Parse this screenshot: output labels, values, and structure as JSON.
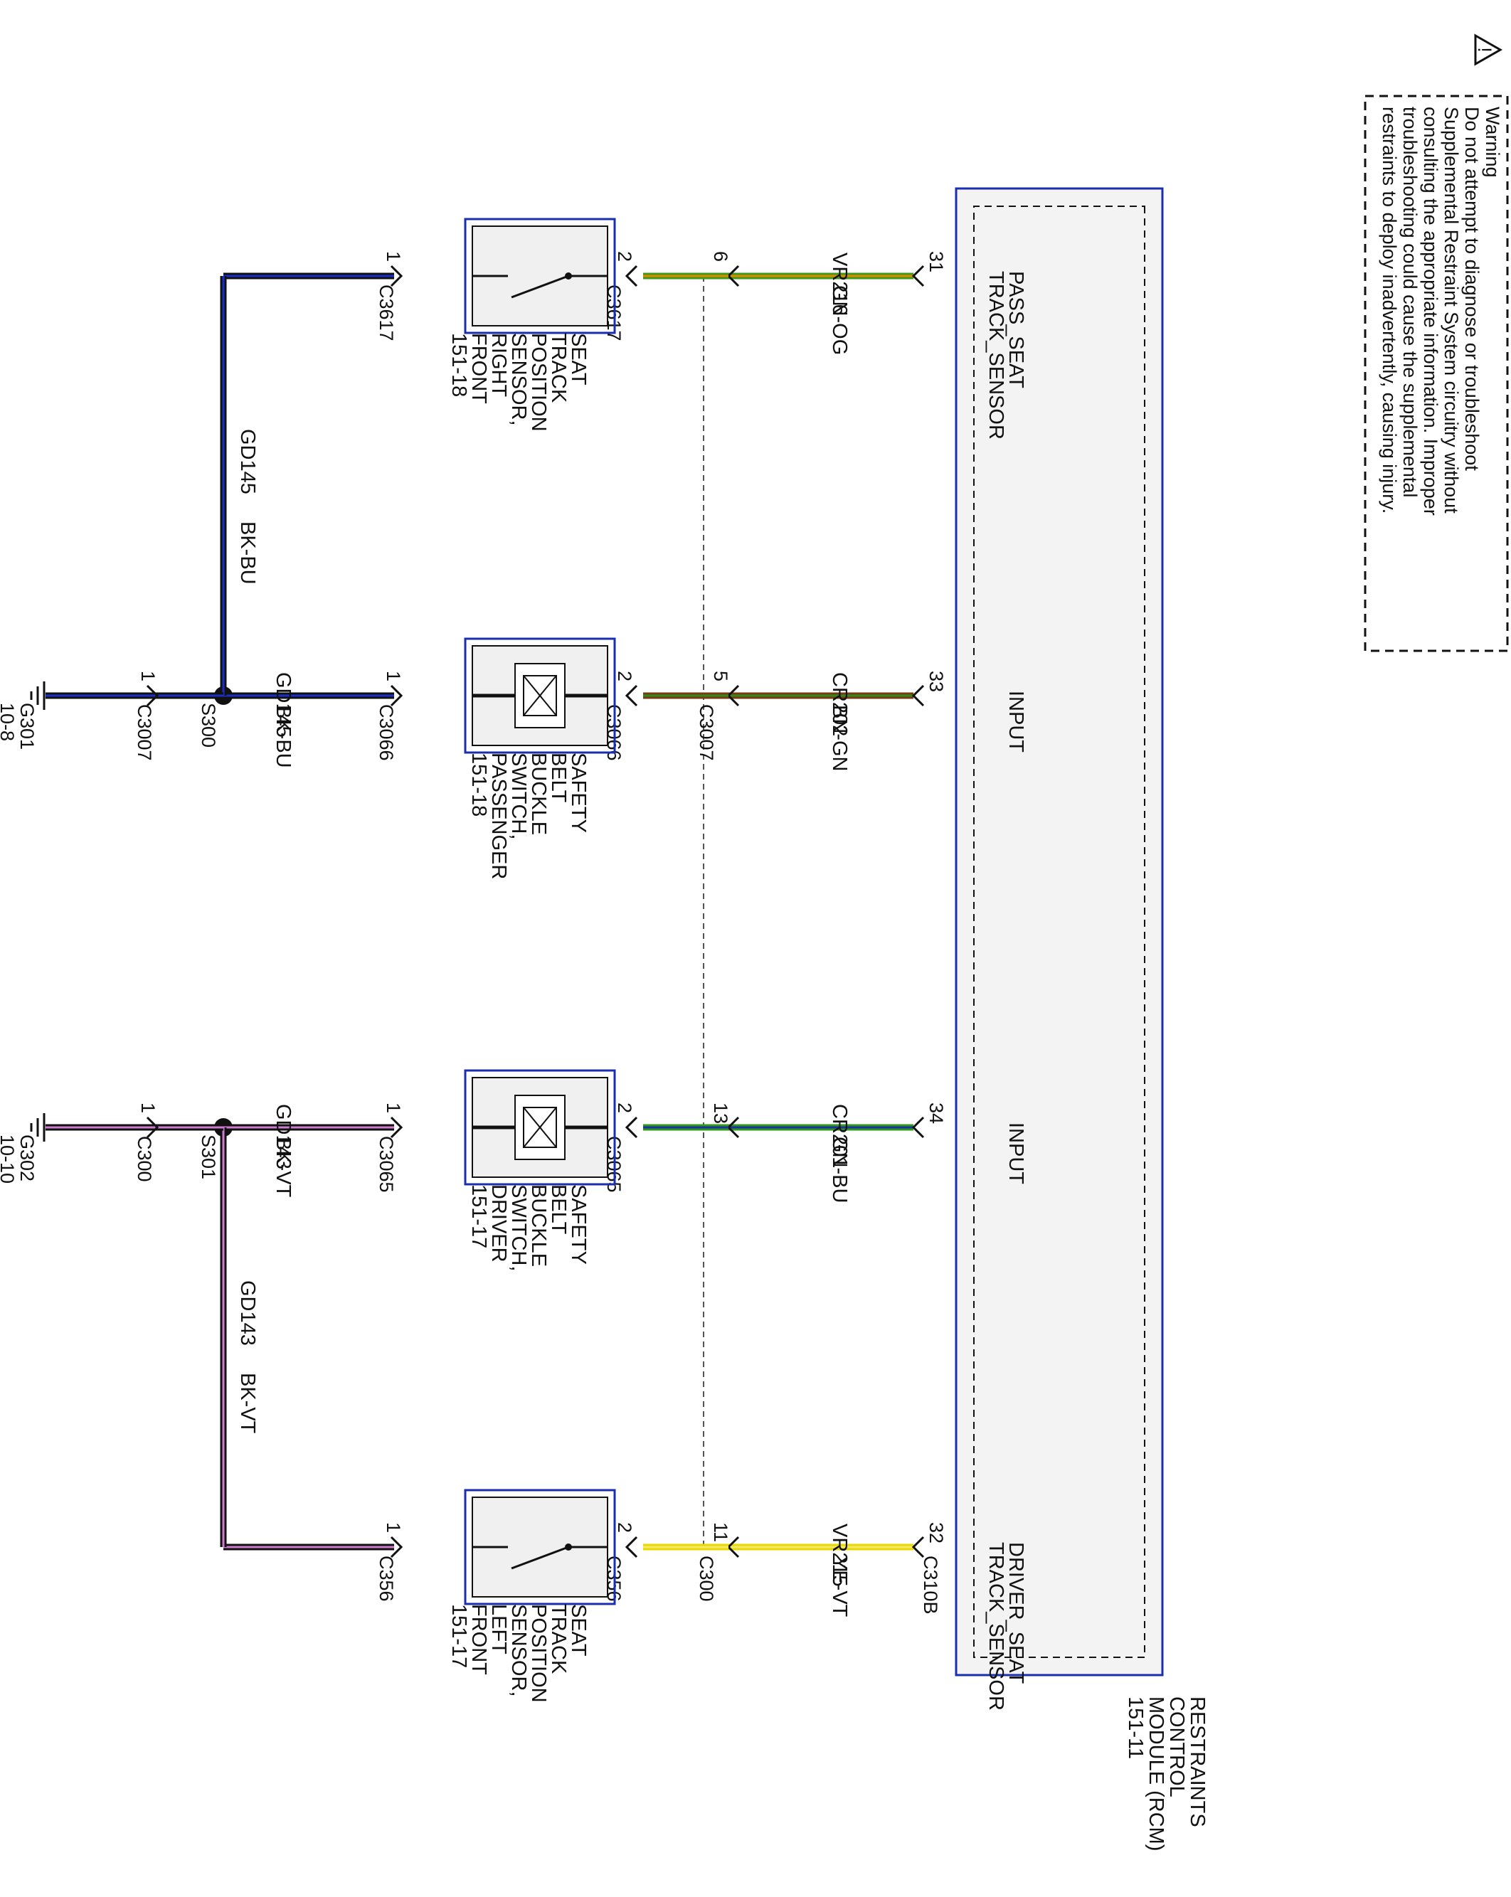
{
  "warning": {
    "title": "Warning",
    "lines": [
      "Do not attempt to diagnose or troubleshoot",
      "Supplemental Restraint System circuitry without",
      "consulting the appropriate information. Improper",
      "troubleshooting could cause the supplemental",
      "restraints to deploy inadvertently, causing injury."
    ]
  },
  "module": {
    "name_lines": [
      "RESTRAINTS",
      "CONTROL",
      "MODULE (RCM)",
      "151-11"
    ],
    "inputs": [
      {
        "label_lines": [
          "PASS_SEAT",
          "TRACK_SENSOR"
        ],
        "pin": "31"
      },
      {
        "label_lines": [
          "INPUT"
        ],
        "pin": "33"
      },
      {
        "label_lines": [
          "INPUT"
        ],
        "pin": "34"
      },
      {
        "label_lines": [
          "DRIVER_SEAT",
          "TRACK_SENSOR"
        ],
        "pin": "32",
        "connector": "C310B"
      }
    ]
  },
  "circuits": [
    {
      "circuit": "VR216",
      "color_code": "GN-OG",
      "wire_colors": [
        "#3f9a1a",
        "#e08a00"
      ],
      "inline_pin": "6",
      "inline_connector": "",
      "device": {
        "type": "switch",
        "name_lines": [
          "SEAT",
          "TRACK",
          "POSITION",
          "SENSOR,",
          "RIGHT",
          "FRONT",
          "151-18"
        ]
      },
      "dev_in_pin": "2",
      "dev_in_conn": "C3617",
      "dev_out_pin": "1",
      "dev_out_conn": "C3617"
    },
    {
      "circuit": "CR202",
      "color_code": "BN-GN",
      "wire_colors": [
        "#7a3a10",
        "#2f8a1a"
      ],
      "inline_pin": "5",
      "inline_connector": "C3007",
      "device": {
        "type": "buckle",
        "name_lines": [
          "SAFETY",
          "BELT",
          "BUCKLE",
          "SWITCH,",
          "PASSENGER",
          "151-18"
        ]
      },
      "dev_in_pin": "2",
      "dev_in_conn": "C3066",
      "dev_out_pin": "1",
      "dev_out_conn": "C3066"
    },
    {
      "circuit": "CR201",
      "color_code": "GN-BU",
      "wire_colors": [
        "#2f9a1a",
        "#1a2fa8"
      ],
      "inline_pin": "13",
      "inline_connector": "",
      "device": {
        "type": "buckle",
        "name_lines": [
          "SAFETY",
          "BELT",
          "BUCKLE",
          "SWITCH,",
          "DRIVER",
          "151-17"
        ]
      },
      "dev_in_pin": "2",
      "dev_in_conn": "C3065",
      "dev_out_pin": "1",
      "dev_out_conn": "C3065"
    },
    {
      "circuit": "VR215",
      "color_code": "YE-VT",
      "wire_colors": [
        "#e8d800",
        "#f4ea6a"
      ],
      "inline_pin": "11",
      "inline_connector": "C300",
      "device": {
        "type": "switch",
        "name_lines": [
          "SEAT",
          "TRACK",
          "POSITION",
          "SENSOR,",
          "LEFT",
          "FRONT",
          "151-17"
        ]
      },
      "dev_in_pin": "2",
      "dev_in_conn": "C356",
      "dev_out_pin": "1",
      "dev_out_conn": "C356"
    }
  ],
  "grounds": [
    {
      "circuit": "GD145",
      "color_code": "BK-BU",
      "wire_colors": [
        "#111111",
        "#1a2fc8"
      ],
      "splice": "S300",
      "conn_pin": "1",
      "connector": "C3007",
      "ground": "G301",
      "ground_ref": "10-8"
    },
    {
      "circuit": "GD143",
      "color_code": "BK-VT",
      "wire_colors": [
        "#111111",
        "#d07ad0"
      ],
      "splice": "S301",
      "conn_pin": "1",
      "connector": "C300",
      "ground": "G302",
      "ground_ref": "10-10"
    }
  ]
}
